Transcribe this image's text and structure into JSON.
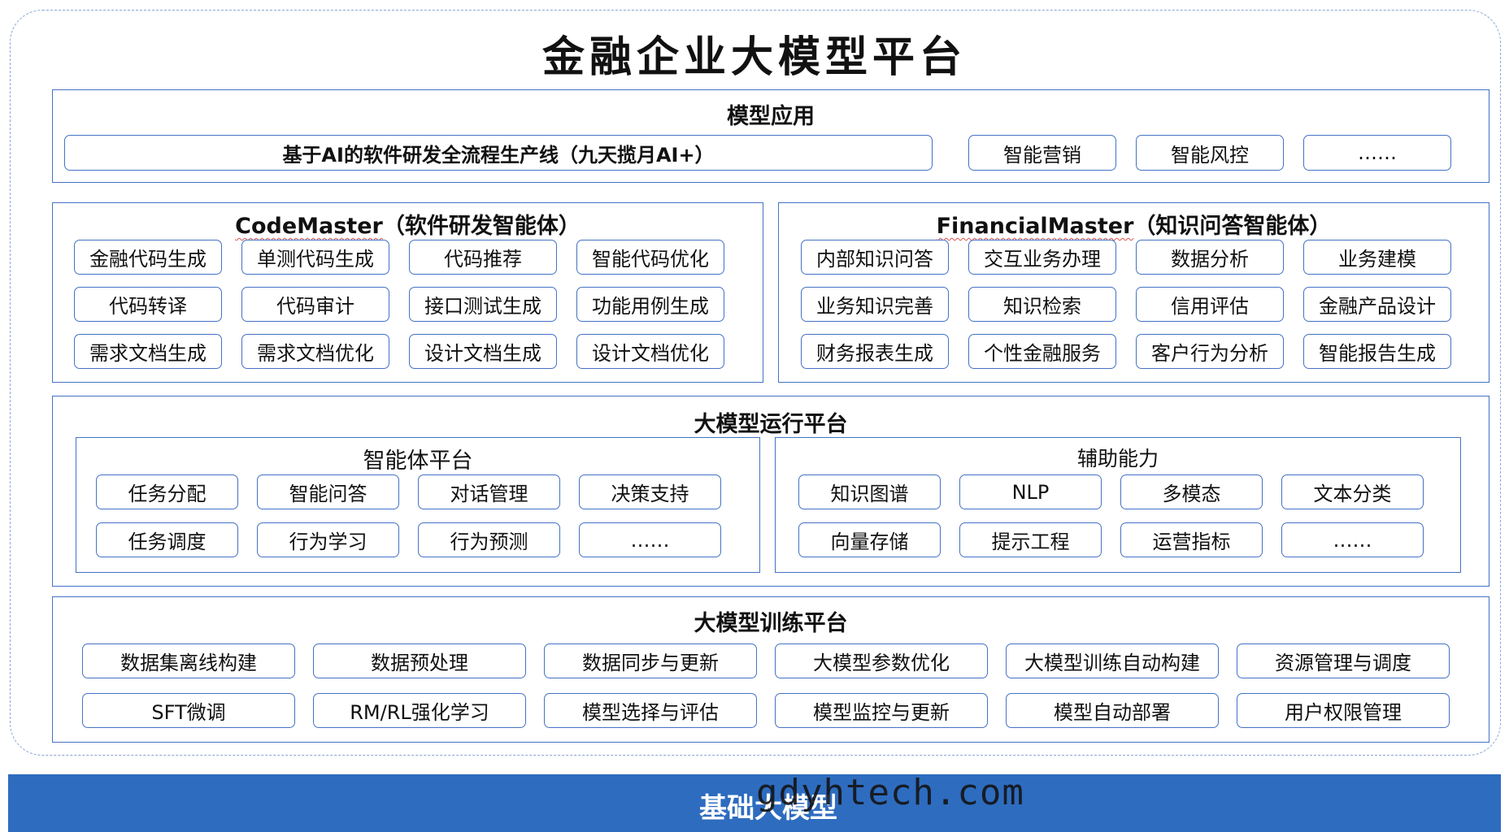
{
  "title": "金融企业大模型平台",
  "app_layer": {
    "title": "模型应用",
    "items": [
      "基于AI的软件研发全流程生产线（九天揽月AI+）",
      "智能营销",
      "智能风控",
      "……"
    ]
  },
  "codemaster": {
    "title_name": "CodeMaster",
    "title_suffix": "（软件研发智能体）",
    "items": [
      "金融代码生成",
      "单测代码生成",
      "代码推荐",
      "智能代码优化",
      "代码转译",
      "代码审计",
      "接口测试生成",
      "功能用例生成",
      "需求文档生成",
      "需求文档优化",
      "设计文档生成",
      "设计文档优化"
    ]
  },
  "financialmaster": {
    "title_name": "FinancialMaster",
    "title_suffix": "（知识问答智能体）",
    "items": [
      "内部知识问答",
      "交互业务办理",
      "数据分析",
      "业务建模",
      "业务知识完善",
      "知识检索",
      "信用评估",
      "金融产品设计",
      "财务报表生成",
      "个性金融服务",
      "客户行为分析",
      "智能报告生成"
    ]
  },
  "runtime": {
    "title": "大模型运行平台",
    "agent_platform": {
      "title": "智能体平台",
      "items": [
        "任务分配",
        "智能问答",
        "对话管理",
        "决策支持",
        "任务调度",
        "行为学习",
        "行为预测",
        "……"
      ]
    },
    "aux": {
      "title": "辅助能力",
      "items": [
        "知识图谱",
        "NLP",
        "多模态",
        "文本分类",
        "向量存储",
        "提示工程",
        "运营指标",
        "……"
      ]
    }
  },
  "training": {
    "title": "大模型训练平台",
    "items": [
      "数据集离线构建",
      "数据预处理",
      "数据同步与更新",
      "大模型参数优化",
      "大模型训练自动构建",
      "资源管理与调度",
      "SFT微调",
      "RM/RL强化学习",
      "模型选择与评估",
      "模型监控与更新",
      "模型自动部署",
      "用户权限管理"
    ]
  },
  "footer": {
    "label": "基础大模型",
    "watermark": "gdyhtech.com"
  }
}
